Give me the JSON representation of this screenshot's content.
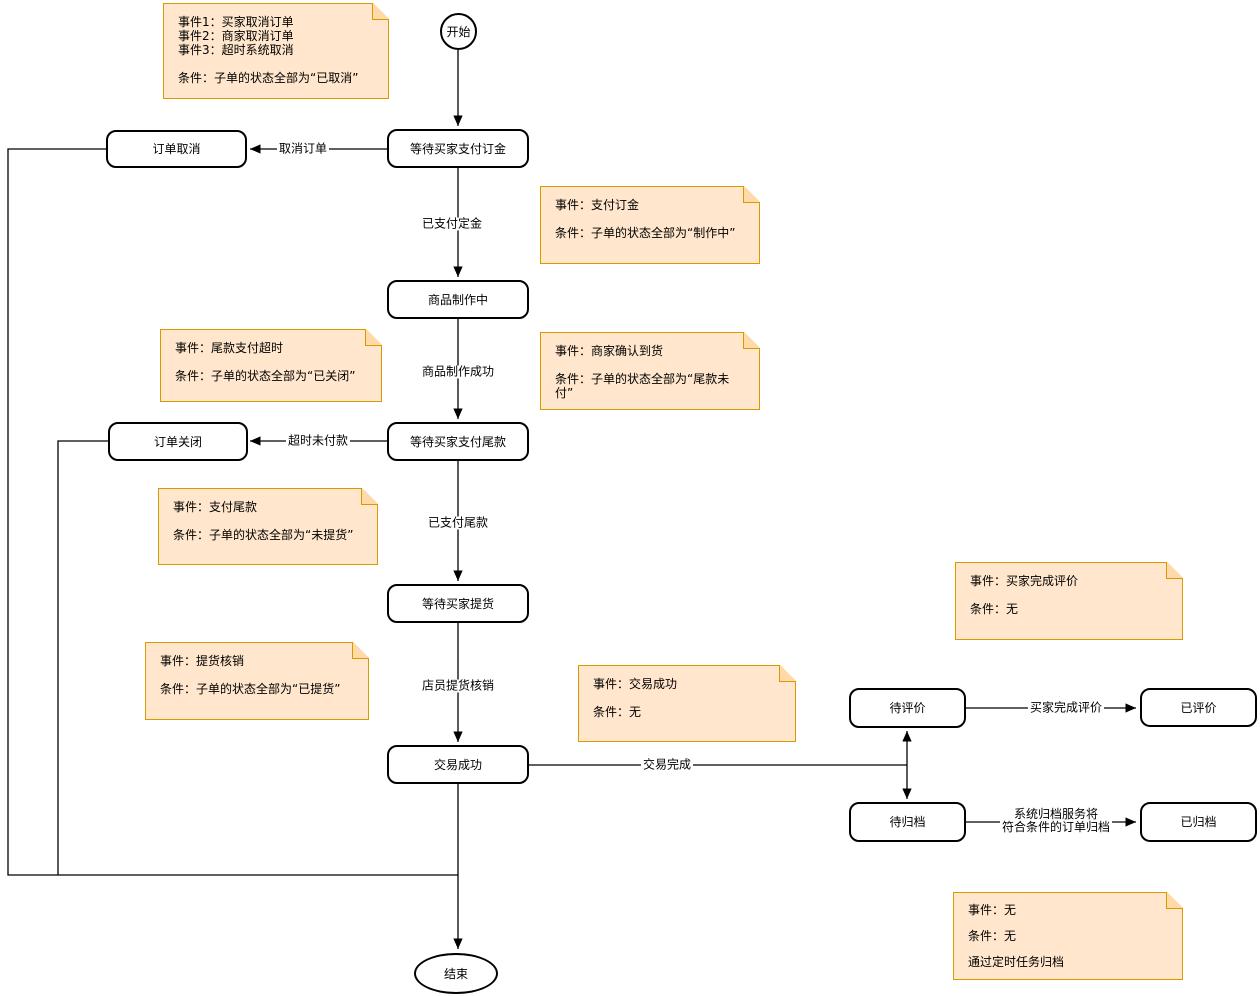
{
  "nodes": {
    "start": "开始",
    "wait_deposit": "等待买家支付订金",
    "order_cancelled": "订单取消",
    "in_production": "商品制作中",
    "order_closed": "订单关闭",
    "wait_balance": "等待买家支付尾款",
    "wait_pickup": "等待买家提货",
    "deal_success": "交易成功",
    "pending_review": "待评价",
    "reviewed": "已评价",
    "pending_archive": "待归档",
    "archived": "已归档",
    "end": "结束"
  },
  "edge_labels": {
    "cancel_order": "取消订单",
    "deposit_paid": "已支付定金",
    "production_done": "商品制作成功",
    "timeout_unpaid": "超时未付款",
    "balance_paid": "已支付尾款",
    "clerk_pickup_verify": "店员提货核销",
    "deal_complete": "交易完成",
    "buyer_review_done": "买家完成评价",
    "archive_service": [
      "系统归档服务将",
      "符合条件的订单归档"
    ]
  },
  "notes": {
    "cancel_events": {
      "lines": [
        "事件1：买家取消订单",
        "事件2：商家取消订单",
        "事件3：超时系统取消",
        "",
        "条件：子单的状态全部为“已取消”"
      ]
    },
    "pay_deposit": {
      "lines": [
        "事件：支付订金",
        "",
        "条件：子单的状态全部为“制作中”"
      ]
    },
    "confirm_arrival": {
      "lines": [
        "事件：商家确认到货",
        "",
        "条件：子单的状态全部为“尾款未付”"
      ]
    },
    "balance_timeout": {
      "lines": [
        "事件：尾款支付超时",
        "",
        "条件：子单的状态全部为“已关闭”"
      ]
    },
    "pay_balance": {
      "lines": [
        "事件：支付尾款",
        "",
        "条件：子单的状态全部为“未提货”"
      ]
    },
    "review_done": {
      "lines": [
        "事件：买家完成评价",
        "",
        "条件：无"
      ]
    },
    "pickup_verify": {
      "lines": [
        "事件：提货核销",
        "",
        "条件：子单的状态全部为“已提货”"
      ]
    },
    "deal_success": {
      "lines": [
        "事件：交易成功",
        "",
        "条件：无"
      ]
    },
    "archive_task": {
      "lines": [
        "事件：无",
        "",
        "条件：无",
        "",
        "通过定时任务归档"
      ]
    }
  },
  "colors": {
    "note_bg": "#FFE6CC",
    "note_border": "#D79B00",
    "note_fold": "#FFD9A8",
    "node_bg": "#FFFFFF",
    "node_border": "#000000",
    "line": "#000000"
  }
}
